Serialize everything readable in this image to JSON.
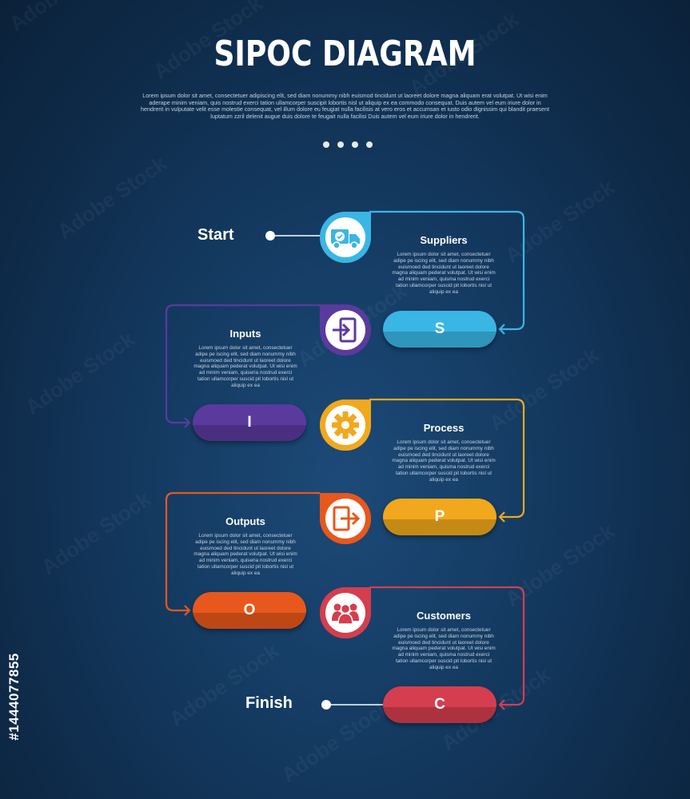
{
  "title": "SIPOC DIAGRAM",
  "subtitle": "Lorem ipsum dolor sit amet, consectetuer adipiscing elit, sed diam nonummy nibh euismod tincidunt ut laoreet dolore magna aliquam erat volutpat. Ut wisi enim aderape minim veniam, quis nostrud exerci tation ullamcorper suscipit lobortis nisl ut aliquip ex ea commodo consequat. Duis autem vel eum iriure dolor in hendrerit in vulputate velit esse molestie consequat, vel illum dolore eu feugiat nulla facilisis at vero eros et accumsan et iusto odio dignissim qui blandit praesent luptatum zzril delenit augue duis dolore te feugait nulla facilisi Duis autem vel eum iriure dolor in hendrerit.",
  "start_label": "Start",
  "finish_label": "Finish",
  "colors": {
    "suppliers": "#3ab6e4",
    "inputs": "#5b3a9e",
    "process": "#f1a81c",
    "outputs": "#e8571c",
    "customers": "#d43e4f"
  },
  "steps": [
    {
      "key": "suppliers",
      "letter": "S",
      "heading": "Suppliers",
      "icon": "truck-icon",
      "text": "Lorem ipsum dolor sit amet, consectetuer adipe pe iscing elit, sed diam nonummy nibh euismoed ded tincidunt ut laoreet dolore magna aliquam pederat volutpat. Ut wisi enim ad minim veniam, quisma nostrud exerci tation ullamcorper suscid pit lobortis nisl ut aliquip ex ea"
    },
    {
      "key": "inputs",
      "letter": "I",
      "heading": "Inputs",
      "icon": "login-icon",
      "text": "Lorem ipsum dolor sit amet, consectetuer adipe pe iscing elit, sed diam nonummy nibh euismoed ded tincidunt ut laoreet dolore magna aliquam pederat volutpat. Ut wisi enim ad minim veniam, quiseria nostrud exerci tation ullamcorper suscid pit lobortis nisl ut aliquip ex ea"
    },
    {
      "key": "process",
      "letter": "P",
      "heading": "Process",
      "icon": "gear-icon",
      "text": "Lorem ipsum dolor sit amet, consectetuer adipe pe iscing elit, sed diam nonummy nibh euismoed ded tincidunt ut laoreet dolore magna aliquam pederat volutpat. Ut wisi enim ad minim veniam, quisma nostrud exerci tation ullamcorper suscid pit lobortis nisl ut aliquip ex ea"
    },
    {
      "key": "outputs",
      "letter": "O",
      "heading": "Outputs",
      "icon": "logout-icon",
      "text": "Lorem ipsum dolor sit amet, consectetuer adipe pe iscing elit, sed diam nonummy nibh euismoed ded tincidunt ut laoreet dolore magna aliquam pederat volutpat. Ut wisi enim ad minim veniam, quiseria nostrud exerci tation ullamcorper suscid pit lobortis nisl ut aliquip ex ea"
    },
    {
      "key": "customers",
      "letter": "C",
      "heading": "Customers",
      "icon": "users-group-icon",
      "text": "Lorem ipsum dolor sit amet, consectetuer adipe pe iscing elit, sed diam nonummy nibh euismoed ded tincidunt ut laoreet dolore magna aliquam pederat volutpat. Ut wisi enim ad minim veniam, quisma nostrud exerci tation ullamcorper suscid pit lobortis nisl ut aliquip ex ea"
    }
  ],
  "watermark": {
    "brand": "Adobe Stock",
    "id": "#1444077855"
  }
}
